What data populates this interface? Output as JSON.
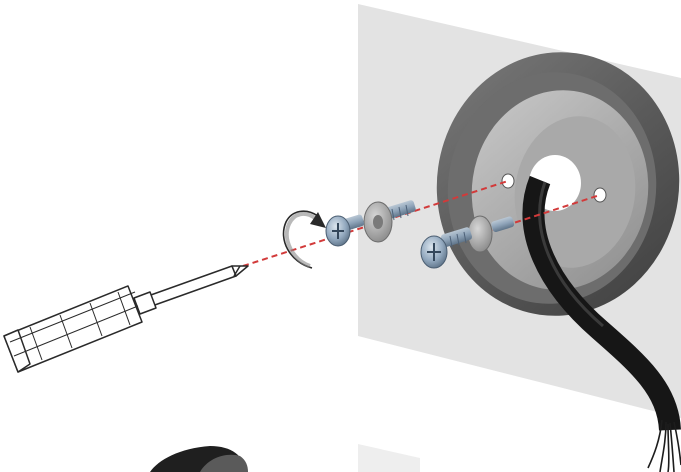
{
  "diagram": {
    "steps": [
      {
        "id": "mounting-plate",
        "type": "wall-plate"
      },
      {
        "id": "screws",
        "count": 2
      },
      {
        "id": "tool",
        "type": "screwdriver"
      },
      {
        "id": "rotation",
        "direction": "clockwise"
      }
    ],
    "colors": {
      "wall": "#e3e3e3",
      "wall_lower": "#eeeeee",
      "housing_dark": "#606060",
      "housing_mid": "#8f8f8f",
      "housing_light": "#bfbfbf",
      "cable": "#161616",
      "guide_line": "#d23a3a",
      "screw_blue": "#8fa6bd",
      "washer": "#9a9a9a",
      "outline": "#2a2a2a"
    },
    "icons": [
      "screwdriver-icon",
      "screw-icon",
      "washer-icon",
      "rotate-clockwise-icon",
      "cable-icon"
    ]
  }
}
